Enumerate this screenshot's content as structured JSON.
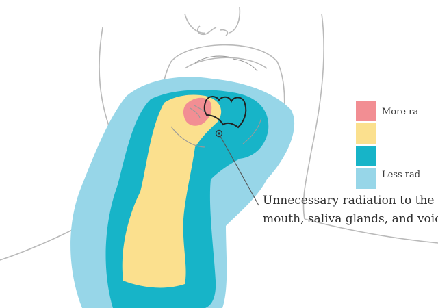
{
  "legend": {
    "items": [
      {
        "label": "More ra",
        "color": "#f28e93"
      },
      {
        "label": "",
        "color": "#fbe08e"
      },
      {
        "label": "",
        "color": "#17b4c8"
      },
      {
        "label": "Less rad",
        "color": "#97d6e8"
      }
    ]
  },
  "annotation": {
    "line1": "Unnecessary radiation to the",
    "line2": "mouth, saliva glands, and voice"
  },
  "colors": {
    "outline": "#b9b9b9",
    "tongue_line": "#222222",
    "text": "#2f2f2f"
  }
}
